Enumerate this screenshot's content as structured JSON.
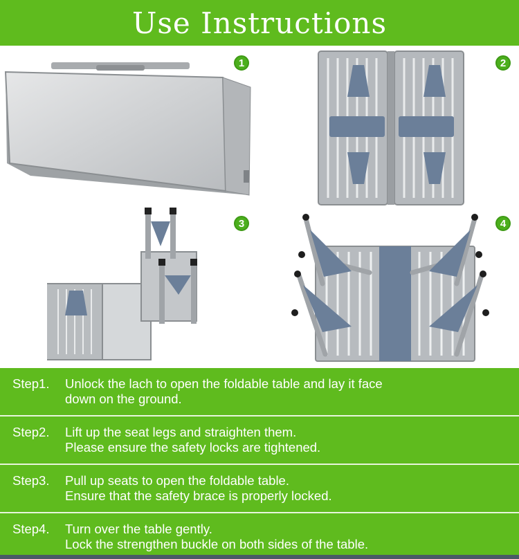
{
  "header": {
    "title": "Use Instructions"
  },
  "badges": [
    "1",
    "2",
    "3",
    "4"
  ],
  "steps": [
    {
      "label": "Step1.",
      "lines": [
        "Unlock the lach to open the foldable table and lay it face",
        "down on the ground."
      ]
    },
    {
      "label": "Step2.",
      "lines": [
        "Lift up the seat legs and straighten them.",
        "Please ensure the safety locks are tightened."
      ]
    },
    {
      "label": "Step3.",
      "lines": [
        "Pull up seats to open the foldable table.",
        "Ensure that the safety brace is properly locked."
      ]
    },
    {
      "label": "Step4.",
      "lines": [
        "Turn over the table gently.",
        "Lock the strengthen buckle on both sides of the table."
      ]
    }
  ],
  "colors": {
    "green": "#5fbb1e",
    "badge_green": "#4caf1d",
    "frame_blue": "#6b7f99",
    "aluminum": "#c9ccce"
  }
}
